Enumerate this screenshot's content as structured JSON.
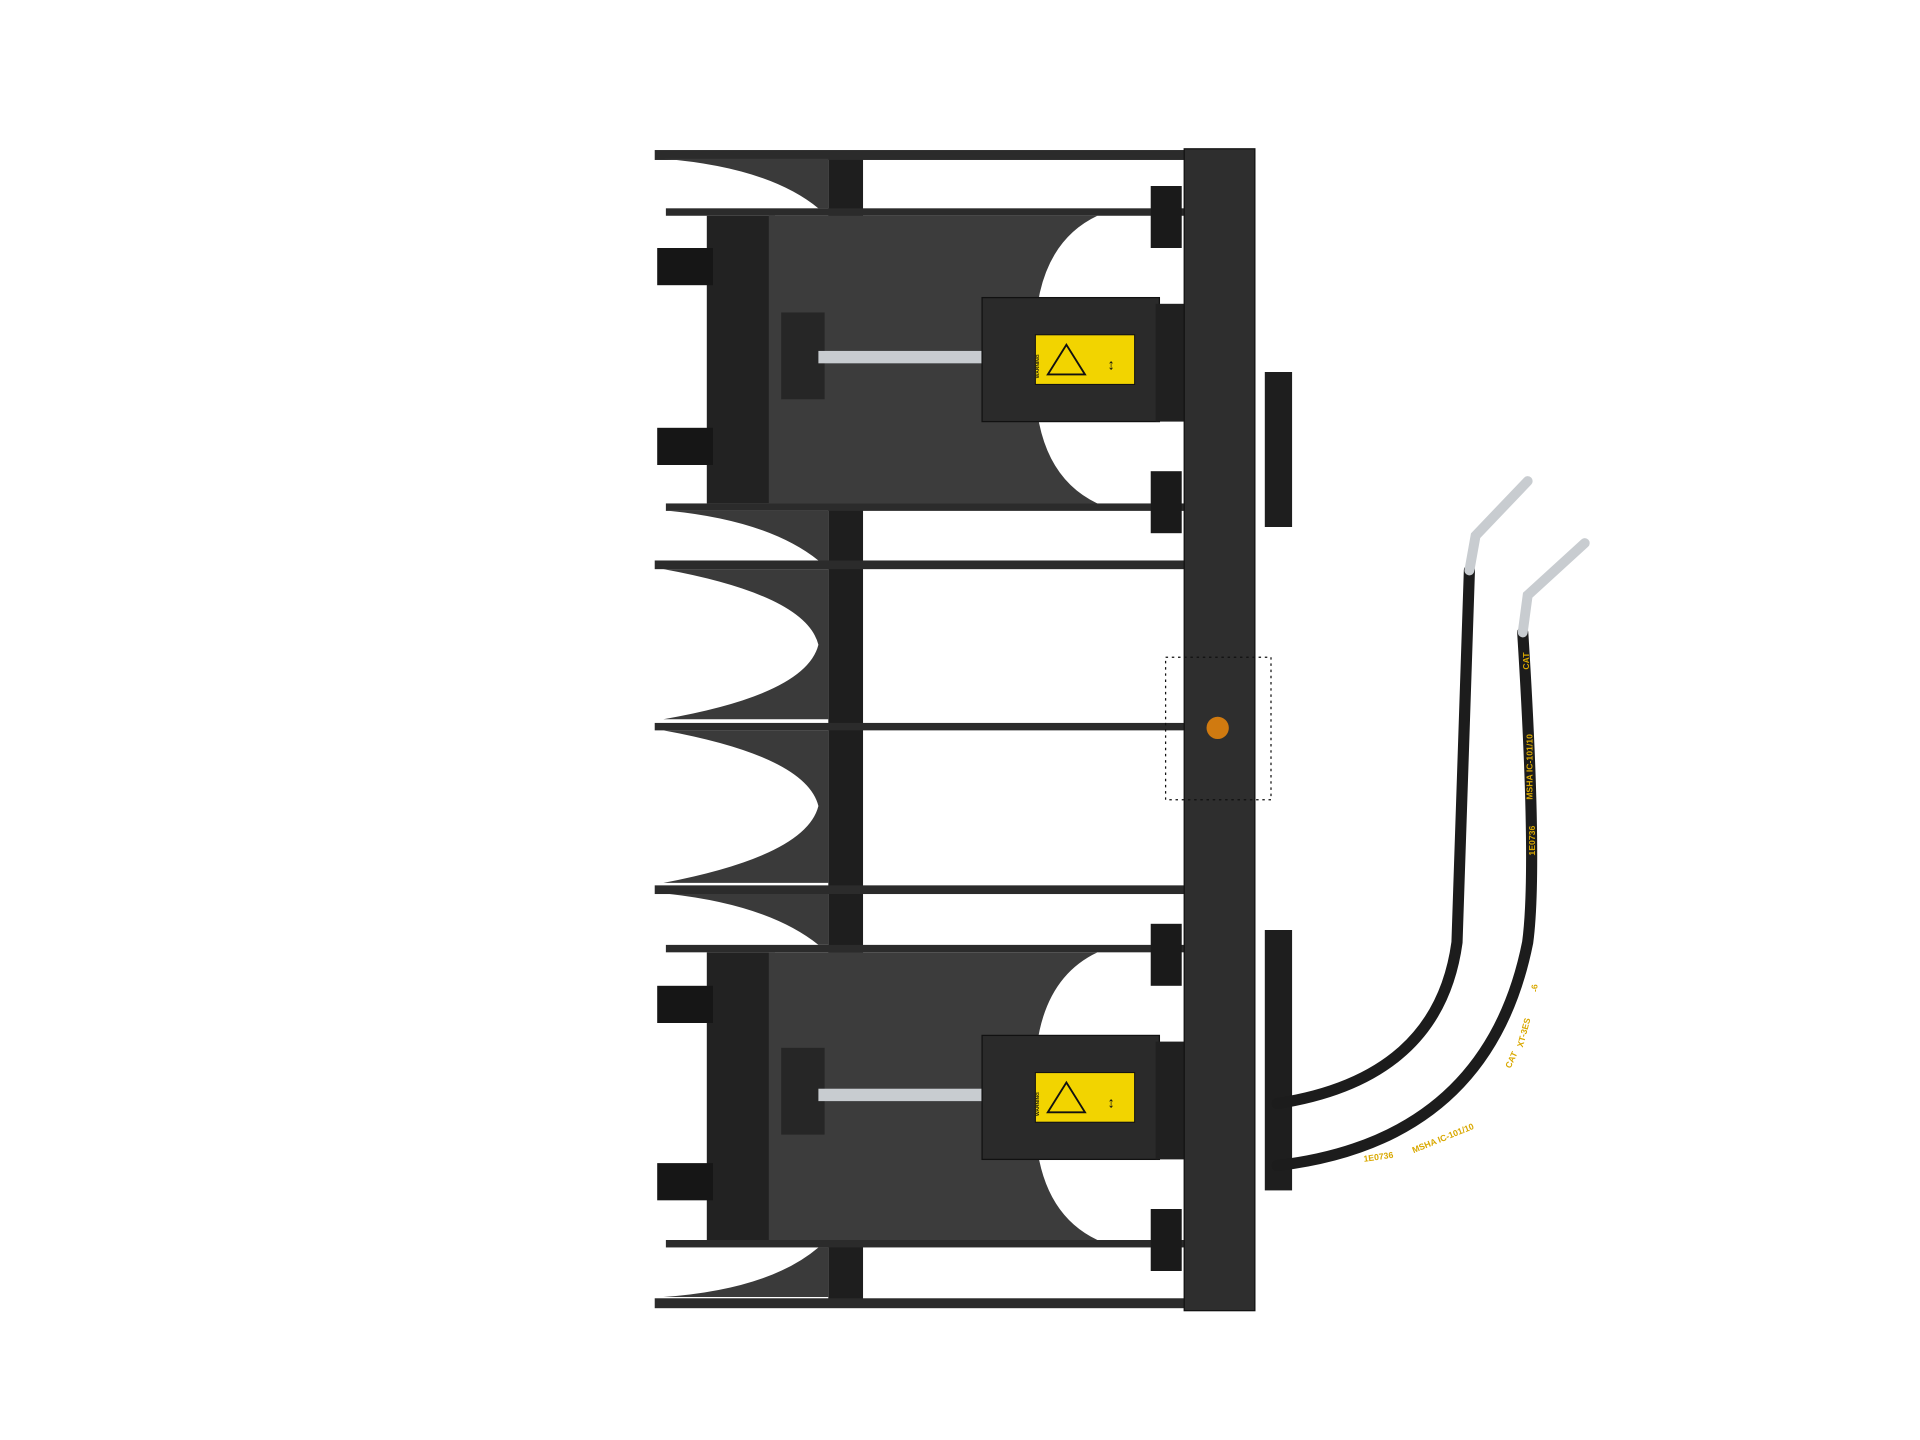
{
  "product": {
    "colors": {
      "background": "#ffffff",
      "steel": "#2e2e2e",
      "steel_dark": "#1a1a1a",
      "steel_light": "#4a4a4a",
      "warning_yellow": "#f2d400",
      "hose": "#1c1c1c",
      "hose_print": "#d9a800",
      "chrome": "#c8ccd0",
      "badge_orange": "#d07a10"
    },
    "warning_labels": [
      {
        "text": "WARNING"
      },
      {
        "text": "WARNING"
      }
    ],
    "hose_print": {
      "brand": "CAT",
      "spec": "MSHA IC-101/10",
      "code": "1E0736",
      "type": "XT-3ES",
      "size": "-6"
    }
  }
}
